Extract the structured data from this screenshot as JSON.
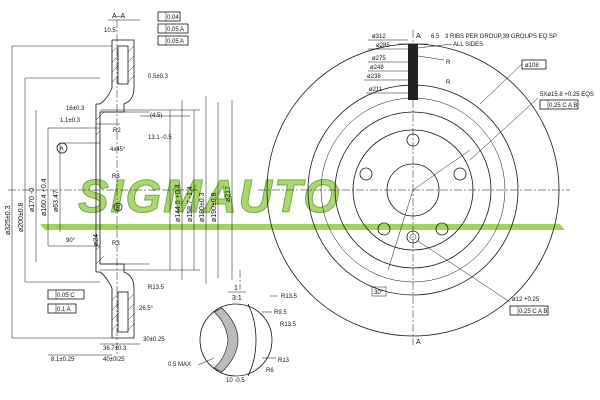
{
  "section_title": "A–A",
  "view_title": "1",
  "view_scale": "3:1",
  "section_marks": [
    "A",
    "A"
  ],
  "tolerance_frames": [
    {
      "id": "f1",
      "text": "0.04"
    },
    {
      "id": "f2",
      "text": "0.05 A"
    },
    {
      "id": "f3",
      "text": "0.05 A"
    },
    {
      "id": "f4",
      "text": "0.05 C"
    },
    {
      "id": "f5",
      "text": "0.1 A"
    },
    {
      "id": "f6",
      "text": "0.25 C A B"
    },
    {
      "id": "f7",
      "text": "0.25 C A B"
    }
  ],
  "section_dims": [
    {
      "id": "d10_5",
      "text": "10.5"
    },
    {
      "id": "d0_5",
      "text": "0.5±0.3"
    },
    {
      "id": "d16",
      "text": "16±0.3"
    },
    {
      "id": "d4_5",
      "text": "(4.5)"
    },
    {
      "id": "d1_1",
      "text": "1.1±0.3"
    },
    {
      "id": "d13_1",
      "text": "13.1 -0.5"
    },
    {
      "id": "dR2",
      "text": "R2"
    },
    {
      "id": "d4x45",
      "text": "4x45°"
    },
    {
      "id": "dR3a",
      "text": "R3"
    },
    {
      "id": "dR3b",
      "text": "R3"
    },
    {
      "id": "d90",
      "text": "90°"
    },
    {
      "id": "dR13_5",
      "text": "R13.5"
    },
    {
      "id": "d26_5",
      "text": "26.5°"
    },
    {
      "id": "d30",
      "text": "30±0.25"
    },
    {
      "id": "d36_7",
      "text": "36.7±0.3"
    },
    {
      "id": "d40",
      "text": "40±0.25"
    },
    {
      "id": "d8_1",
      "text": "8.1±0.25"
    },
    {
      "id": "dphi325",
      "text": "ø325±0.3"
    },
    {
      "id": "dphi200",
      "text": "ø200±0.8"
    },
    {
      "id": "dphi170",
      "text": "ø170 -0"
    },
    {
      "id": "dphi160",
      "text": "ø160.4 +0.4"
    },
    {
      "id": "dphi63",
      "text": "ø63.47"
    },
    {
      "id": "dphi24",
      "text": "ø24"
    },
    {
      "id": "dphi144",
      "text": "ø144.5 +0.4"
    },
    {
      "id": "dphi158",
      "text": "ø158.7 -1.4"
    },
    {
      "id": "dphi180",
      "text": "ø180±0.3"
    },
    {
      "id": "dphi190",
      "text": "ø190±0.8"
    },
    {
      "id": "dphi217",
      "text": "ø217"
    }
  ],
  "detail_dims": [
    {
      "id": "r13_5",
      "text": "R13.5"
    },
    {
      "id": "r9_5",
      "text": "R9.5"
    },
    {
      "id": "r13_5b",
      "text": "R13.5"
    },
    {
      "id": "r13",
      "text": "R13"
    },
    {
      "id": "r6",
      "text": "R6"
    },
    {
      "id": "max",
      "text": "0.5 MAX"
    },
    {
      "id": "d10",
      "text": "10 -0.5"
    }
  ],
  "front_dims": [
    {
      "id": "p312",
      "text": "ø312"
    },
    {
      "id": "p285",
      "text": "ø285"
    },
    {
      "id": "p275",
      "text": "ø275"
    },
    {
      "id": "p248",
      "text": "ø248"
    },
    {
      "id": "p238",
      "text": "ø238"
    },
    {
      "id": "p211",
      "text": "ø211"
    },
    {
      "id": "p108",
      "text": "ø108"
    },
    {
      "id": "p6_5",
      "text": "6.5"
    },
    {
      "id": "ribs",
      "text": "3 RIBS PER GROUP,39 GROUPS EQ.SP"
    },
    {
      "id": "allsides",
      "text": "ALL SIDES"
    },
    {
      "id": "holes",
      "text": "5Xø15.8 +0.25 EQS"
    },
    {
      "id": "hole12",
      "text": "ø12 +0.25"
    },
    {
      "id": "r1",
      "text": "R"
    },
    {
      "id": "r2",
      "text": "R"
    },
    {
      "id": "a30",
      "text": "30°"
    }
  ],
  "watermark": "SIGMAUTO"
}
